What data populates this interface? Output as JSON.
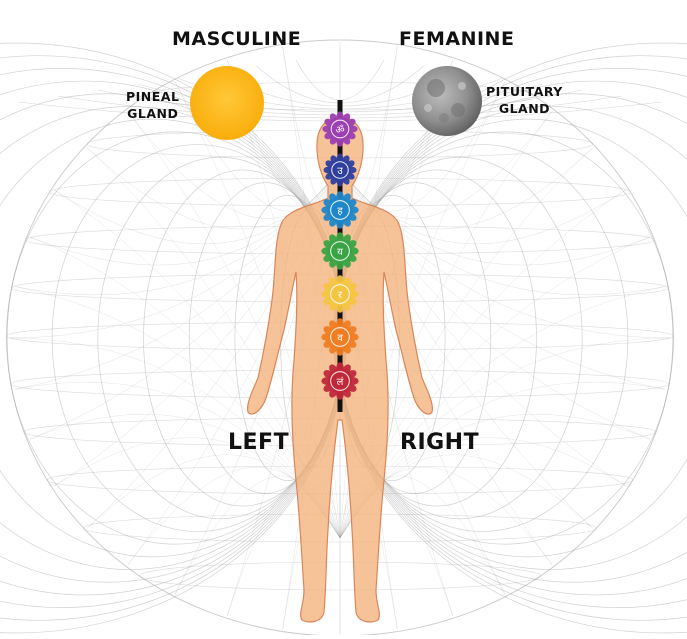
{
  "labels": {
    "masculine": "MASCULINE",
    "feminine": "FEMANINE",
    "pineal_line1": "PINEAL",
    "pineal_line2": "GLAND",
    "pituitary_line1": "PITUITARY",
    "pituitary_line2": "GLAND",
    "left": "LEFT",
    "right": "RIGHT"
  },
  "colors": {
    "sun": "#fbb714",
    "moon": "#8a8a8a",
    "body_fill": "#f4b27c",
    "body_stroke": "#d9865a",
    "spine": "#111111",
    "torus_lines": "#9a9a9a"
  },
  "chakras": [
    {
      "name": "crown",
      "color": "#9c3fb0",
      "glyph": "ॐ"
    },
    {
      "name": "third-eye",
      "color": "#2f3f9e",
      "glyph": "उ"
    },
    {
      "name": "throat",
      "color": "#1f86c9",
      "glyph": "ह"
    },
    {
      "name": "heart",
      "color": "#3aa444",
      "glyph": "य"
    },
    {
      "name": "solar-plexus",
      "color": "#f4c542",
      "glyph": "र"
    },
    {
      "name": "sacral",
      "color": "#ef7d22",
      "glyph": "व"
    },
    {
      "name": "root",
      "color": "#c0283a",
      "glyph": "लं"
    }
  ]
}
